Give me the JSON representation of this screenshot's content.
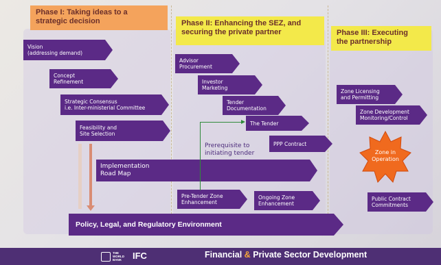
{
  "phases": [
    {
      "title": "Phase I:  Taking ideas to a\nstrategic decision",
      "color": "#f4a35c"
    },
    {
      "title": "Phase II:  Enhancing the SEZ, and\nsecuring the private partner",
      "color": "#f3e94a"
    },
    {
      "title": "Phase III:  Executing\nthe partnership",
      "color": "#f3e94a"
    }
  ],
  "phase1_steps": [
    "Vision\n(addressing demand)",
    "Concept\nRefinement",
    "Strategic Consensus\ni.e. Inter-ministerial Committee",
    "Feasibility and\nSite Selection",
    "Implementation\nRoad Map"
  ],
  "phase2_steps": [
    "Advisor\nProcurement",
    "Investor\nMarketing",
    "Tender\nDocumentation",
    "The Tender",
    "PPP Contract",
    "Pre-Tender Zone\nEnhancement",
    "Ongoing Zone\nEnhancement"
  ],
  "prerequisite_note": "Prerequisite to\ninitiating tender",
  "phase3_steps": [
    "Zone Licensing\nand Permitting",
    "Zone Development\nMonitoring/Control",
    "Public Contract\nCommitments"
  ],
  "operation_star": {
    "label": "Zone in\nOperation",
    "color": "#f06a1e"
  },
  "policy_bar": "Policy, Legal, and Regulatory Environment",
  "footer": {
    "wb_logo": "THE\nWORLD\nBANK",
    "ifc_logo": "IFC",
    "title_part1": "Financial",
    "amp": "&",
    "title_part2": "Private Sector Development"
  },
  "colors": {
    "arrow": "#5b2a86",
    "footer": "#4e2f74",
    "accent": "#f3a53a"
  }
}
